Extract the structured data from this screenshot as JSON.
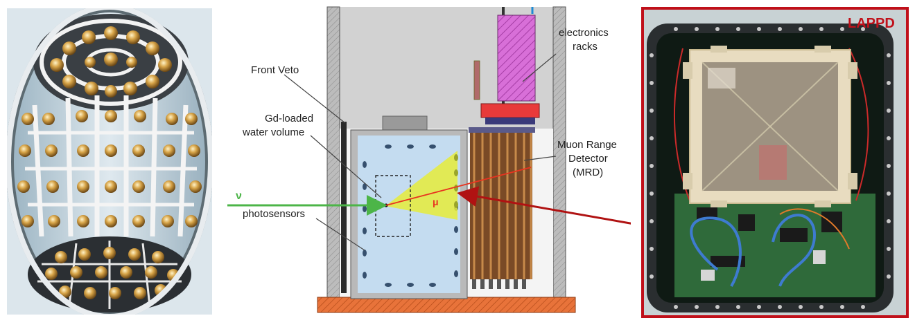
{
  "diagram": {
    "labels": {
      "front_veto": "Front Veto",
      "gd_water_1": "Gd-loaded",
      "gd_water_2": "water volume",
      "photosensors": "photosensors",
      "electronics_1": "electronics",
      "electronics_2": "racks",
      "mrd_1": "Muon Range",
      "mrd_2": "Detector",
      "mrd_3": "(MRD)",
      "neutrino": "ν",
      "muon": "μ"
    },
    "colors": {
      "neutrino_arrow": "#4cb548",
      "muon_track": "#e8331f",
      "pointer_arrow": "#b01212",
      "water": "#c4dcf0",
      "cherenkov_cone": "#e6ec3a",
      "racks": "#d06ad0",
      "base_plate": "#e8733a"
    }
  },
  "lappd_photo": {
    "label": "LAPPD",
    "frame_color": "#c0101a"
  },
  "pmt_photo": {
    "icon": "pmt-array-photo-icon"
  }
}
